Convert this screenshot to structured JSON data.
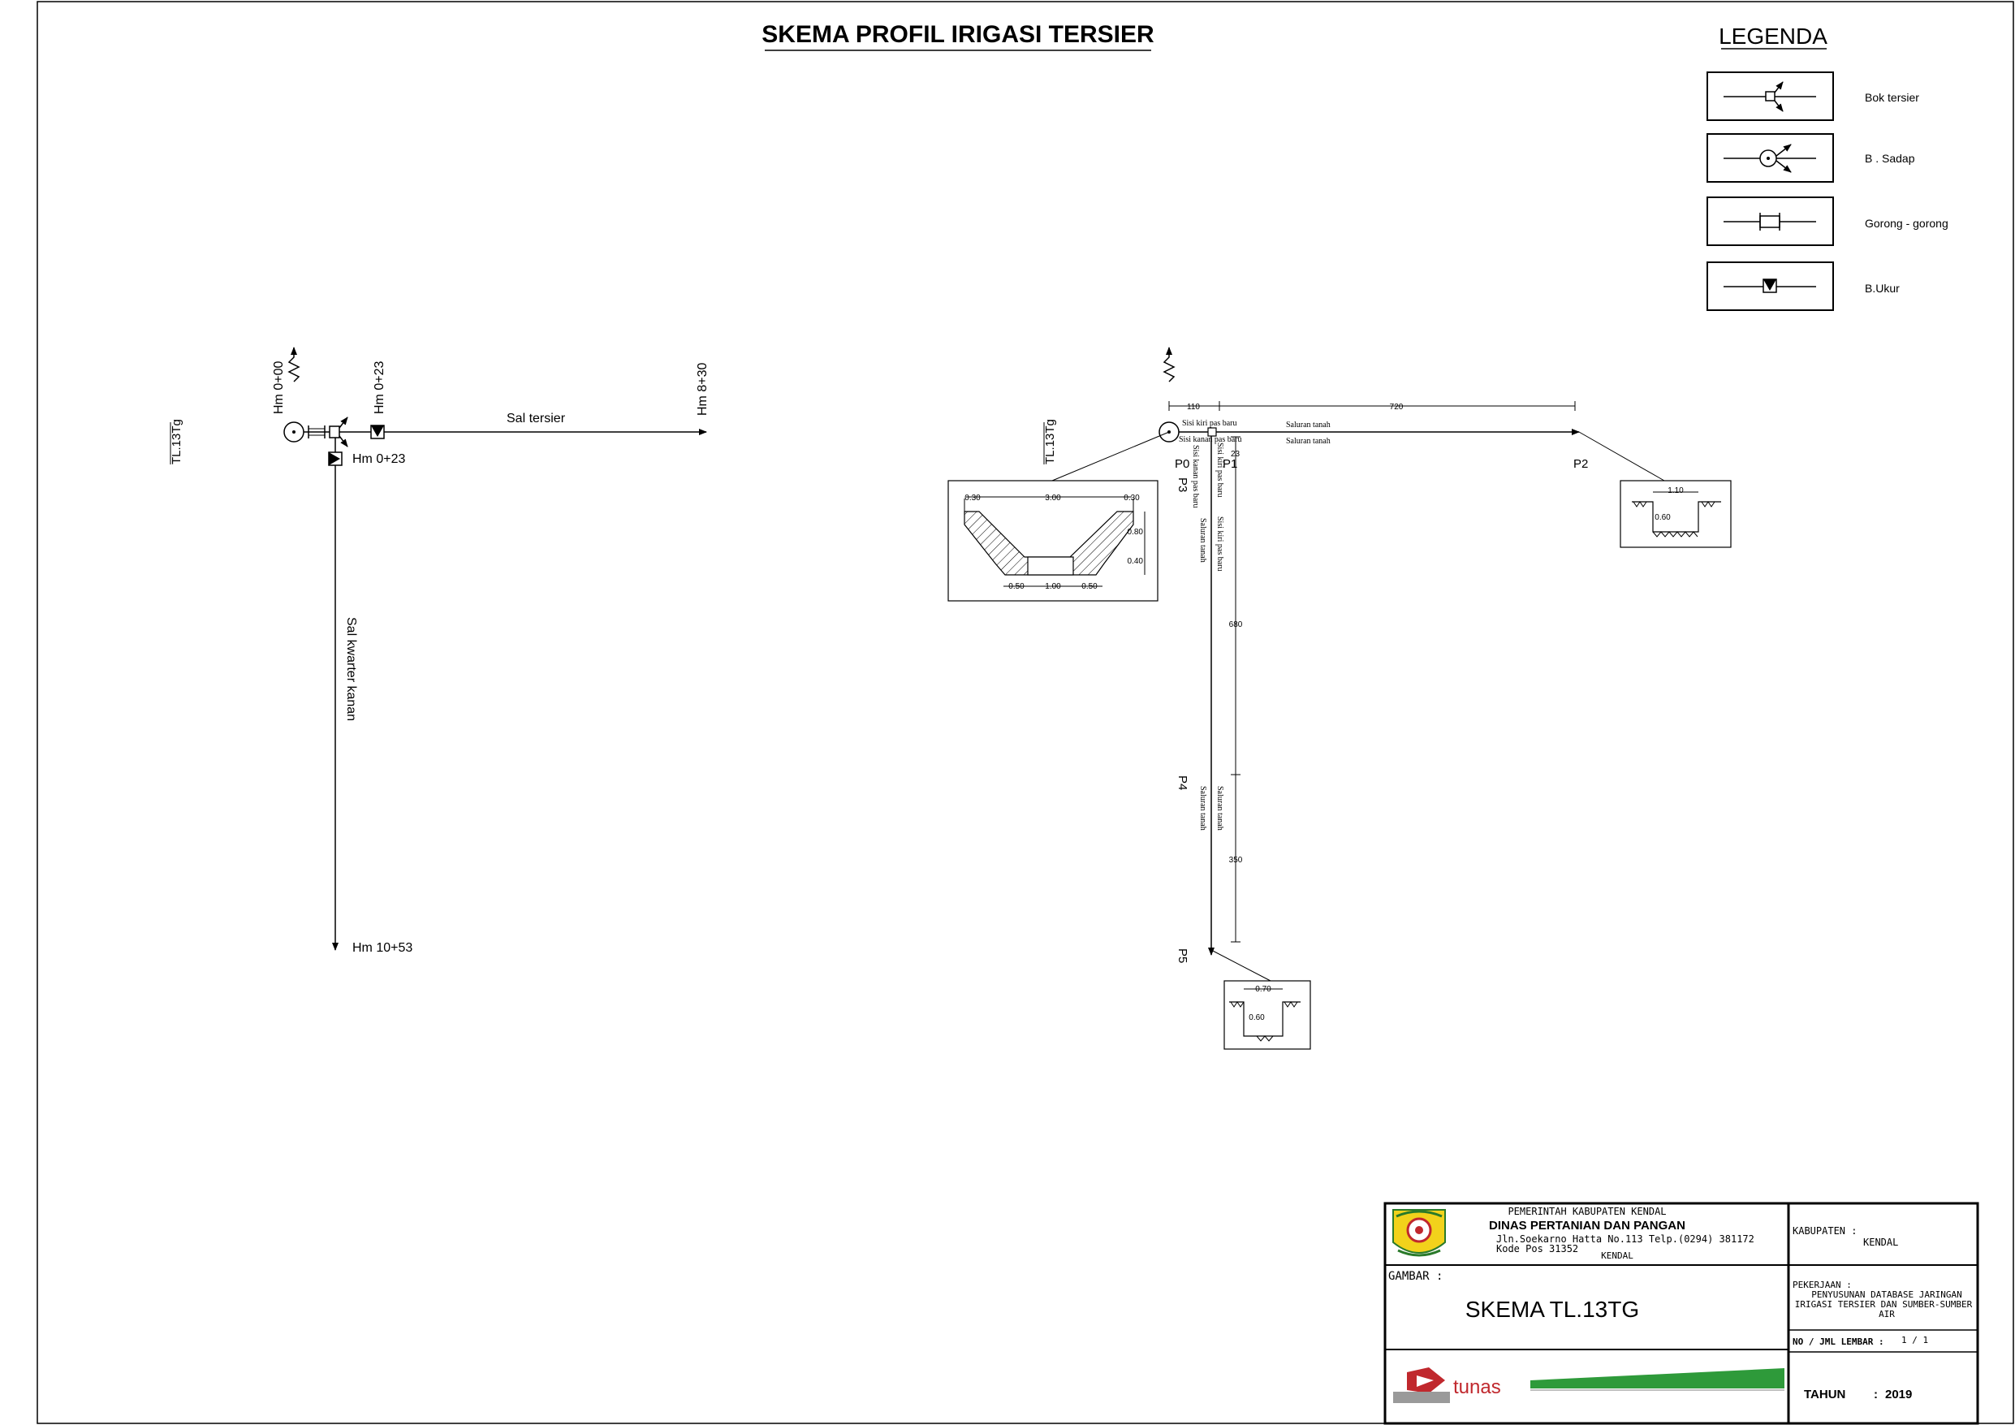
{
  "title": "SKEMA PROFIL IRIGASI TERSIER",
  "legend": {
    "heading": "LEGENDA",
    "items": [
      {
        "label": "Bok tersier",
        "icon": "bok-tersier-icon"
      },
      {
        "label": "B . Sadap",
        "icon": "bangunan-sadap-icon"
      },
      {
        "label": "Gorong - gorong",
        "icon": "gorong-gorong-icon"
      },
      {
        "label": "B.Ukur",
        "icon": "bangunan-ukur-icon"
      }
    ]
  },
  "left_scheme": {
    "code": "TL.13Tg",
    "hm_start": "Hm 0+00",
    "hm_bok": "Hm 0+23",
    "hm_end_main": "Hm 8+30",
    "hm_branch": "Hm 0+23",
    "hm_end_branch": "Hm 10+53",
    "main_channel": "Sal tersier",
    "branch_channel": "Sal kwarter kanan"
  },
  "right_scheme": {
    "code": "TL.13Tg",
    "points": {
      "p0": "P0",
      "p1": "P1",
      "p2": "P2",
      "p3": "P3",
      "p4": "P4",
      "p5": "P5"
    },
    "dims": {
      "d110": "110",
      "d720": "720",
      "d23": "23",
      "d680": "680",
      "d350": "350"
    },
    "labels": {
      "kiri_top": "Sisi kiri pas baru",
      "kanan_top": "Sisi kanan pas baru",
      "tanah1": "Saluran tanah",
      "tanah2": "Saluran tanah",
      "vert_kanan": "Sisi kanan pas baru",
      "vert_kiri": "Sisi kiri pas baru",
      "vert_tanah1": "Saluran tanah",
      "vert_kiri2": "Sisi kiri pas baru",
      "vert_tanah2": "Saluran tanah",
      "vert_tanah3": "Saluran tanah"
    },
    "section_a": {
      "top_w": "3.00",
      "side_l": "0.30",
      "side_r": "0.30",
      "h1": "0.80",
      "h2": "0.40",
      "b1": "0.50",
      "b2": "1.00",
      "b3": "0.50"
    },
    "section_b": {
      "w": "1.10",
      "h": "0.60"
    },
    "section_c": {
      "w": "0.70",
      "h": "0.60"
    }
  },
  "title_block": {
    "org_line1": "PEMERINTAH KABUPATEN KENDAL",
    "org_line2": "DINAS PERTANIAN DAN PANGAN",
    "address1": "Jln.Soekarno Hatta No.113 Telp.(0294) 381172",
    "address2": "Kode Pos 31352",
    "city": "KENDAL",
    "kabupaten_label": "KABUPATEN :",
    "kabupaten_value": "KENDAL",
    "gambar_label": "GAMBAR :",
    "gambar_value": "SKEMA TL.13TG",
    "pekerjaan_label": "PEKERJAAN :",
    "pekerjaan_line1": "PENYUSUNAN DATABASE JARINGAN",
    "pekerjaan_line2": "IRIGASI TERSIER DAN SUMBER-SUMBER",
    "pekerjaan_line3": "AIR",
    "lembar_label": "NO / JML LEMBAR :",
    "lembar_value": "1 / 1",
    "tahun_label": "TAHUN",
    "tahun_sep": ":",
    "tahun_value": "2019",
    "brand": "tunas",
    "brand_color": "#2e9a3a",
    "brand_red": "#c0282d"
  }
}
